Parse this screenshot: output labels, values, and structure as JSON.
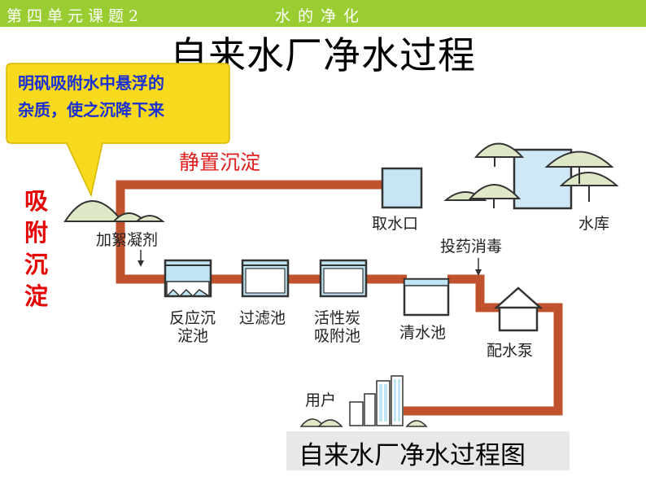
{
  "header": {
    "lesson": "第四单元课题2",
    "topic": "水的净化"
  },
  "page_title": "自来水厂净水过程",
  "callout": {
    "line1": "明矾吸附水中悬浮的",
    "line2": "杂质，使之沉降下来"
  },
  "side_label": {
    "c1": "吸",
    "c2": "附",
    "c3": "沉",
    "c4": "淀"
  },
  "still_settling": "静置沉淀",
  "diagram": {
    "intake": "取水口",
    "reservoir": "水库",
    "coagulant": "加絮凝剂",
    "disinfect": "投药消毒",
    "reaction_tank": {
      "line1": "反应沉",
      "line2": "淀池"
    },
    "filter": "过滤池",
    "carbon": {
      "line1": "活性炭",
      "line2": "吸附池"
    },
    "clear_tank": "清水池",
    "pump": "配水泵",
    "users": "用户"
  },
  "caption": "自来水厂净水过程图",
  "colors": {
    "header_green": "#9acd32",
    "callout_fill": "#f7d91e",
    "pipe": "#c0522e",
    "tank_blue": "#bfe4f3",
    "tree_green": "#dfe8c6"
  }
}
